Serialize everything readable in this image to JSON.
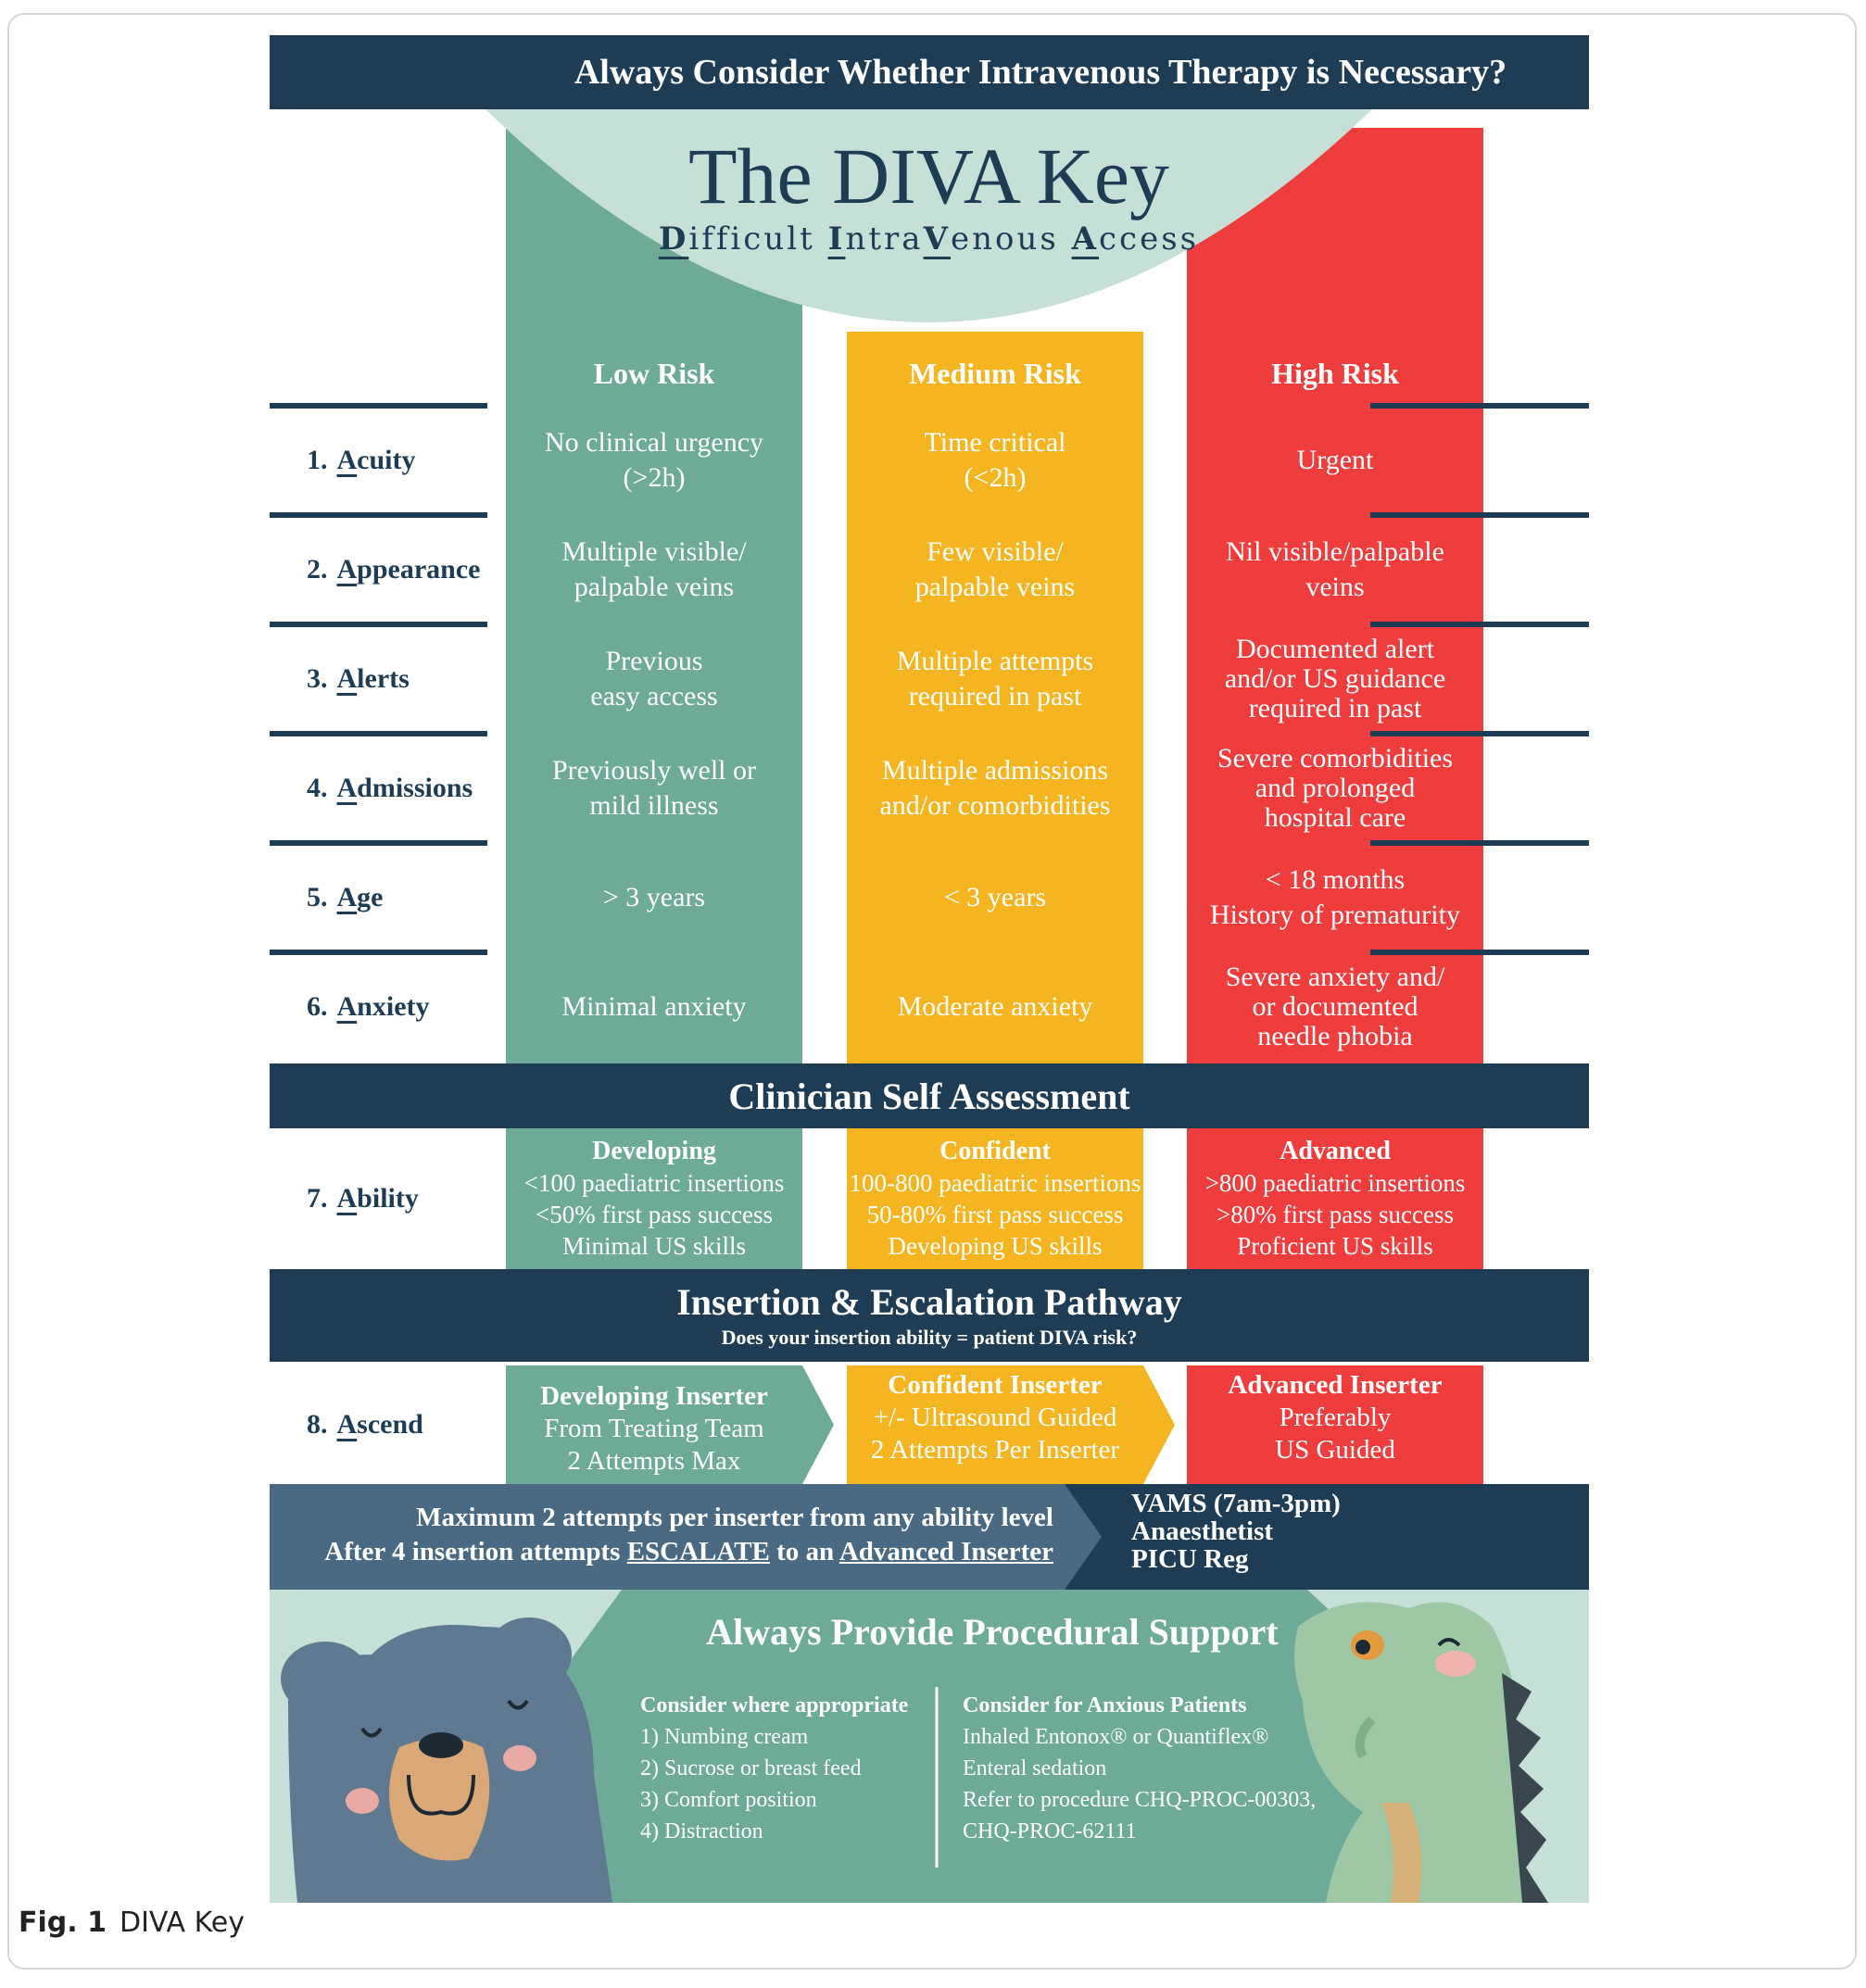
{
  "top_banner": "Always Consider Whether Intravenous Therapy is Necessary?",
  "title": "The DIVA Key",
  "subtitle_parts": [
    {
      "cap": "D",
      "rest": "ifficult "
    },
    {
      "cap": "I",
      "rest": "ntra"
    },
    {
      "cap": "V",
      "rest": "enous "
    },
    {
      "cap": "A",
      "rest": "ccess"
    }
  ],
  "risk_headers": [
    "Low Risk",
    "Medium Risk",
    "High Risk"
  ],
  "rows": [
    {
      "num": "1.",
      "key": "A",
      "rest": "cuity",
      "cells": [
        [
          "No clinical urgency",
          "(>2h)"
        ],
        [
          "Time critical",
          "(<2h)"
        ],
        [
          "Urgent"
        ]
      ]
    },
    {
      "num": "2.",
      "key": "A",
      "rest": "ppearance",
      "cells": [
        [
          "Multiple visible/",
          "palpable veins"
        ],
        [
          "Few visible/",
          "palpable veins"
        ],
        [
          "Nil visible/palpable",
          "veins"
        ]
      ]
    },
    {
      "num": "3.",
      "key": "A",
      "rest": "lerts",
      "cells": [
        [
          "Previous",
          "easy access"
        ],
        [
          "Multiple attempts",
          "required in past"
        ],
        [
          "Documented alert",
          "and/or US guidance",
          "required in past"
        ]
      ]
    },
    {
      "num": "4.",
      "key": "A",
      "rest": "dmissions",
      "cells": [
        [
          "Previously well or",
          "mild illness"
        ],
        [
          "Multiple admissions",
          "and/or comorbidities"
        ],
        [
          "Severe comorbidities",
          "and prolonged",
          "hospital care"
        ]
      ]
    },
    {
      "num": "5.",
      "key": "A",
      "rest": "ge",
      "cells": [
        [
          "> 3 years"
        ],
        [
          "< 3 years"
        ],
        [
          "< 18 months",
          "History of prematurity"
        ]
      ]
    },
    {
      "num": "6.",
      "key": "A",
      "rest": "nxiety",
      "cells": [
        [
          "Minimal anxiety"
        ],
        [
          "Moderate anxiety"
        ],
        [
          "Severe anxiety and/",
          "or documented",
          "needle phobia"
        ]
      ]
    }
  ],
  "self_assessment": {
    "title": "Clinician Self Assessment",
    "row": {
      "num": "7.",
      "key": "A",
      "rest": "bility"
    },
    "cells": [
      {
        "title": "Developing",
        "lines": [
          "<100 paediatric insertions",
          "<50% first pass success",
          "Minimal US skills"
        ]
      },
      {
        "title": "Confident",
        "lines": [
          "100-800 paediatric insertions",
          "50-80% first pass success",
          "Developing US skills"
        ]
      },
      {
        "title": "Advanced",
        "lines": [
          ">800 paediatric insertions",
          ">80% first pass success",
          "Proficient US skills"
        ]
      }
    ]
  },
  "pathway": {
    "title": "Insertion & Escalation Pathway",
    "subtitle": "Does your insertion ability = patient DIVA risk?",
    "row": {
      "num": "8.",
      "key": "A",
      "rest": "scend"
    },
    "cells": [
      {
        "title": "Developing Inserter",
        "lines": [
          "From Treating Team",
          "2 Attempts Max"
        ]
      },
      {
        "title": "Confident Inserter",
        "lines": [
          "+/- Ultrasound Guided",
          "2 Attempts Per Inserter"
        ]
      },
      {
        "title": "Advanced Inserter",
        "lines": [
          "Preferably",
          "US Guided"
        ]
      }
    ]
  },
  "escalation": {
    "line1": "Maximum 2 attempts per inserter from any ability level",
    "line2_a": "After 4 insertion attempts ",
    "line2_b": "ESCALATE",
    "line2_c": " to an ",
    "line2_d": "Advanced Inserter",
    "contacts": [
      "VAMS (7am-3pm)",
      "Anaesthetist",
      "PICU Reg"
    ]
  },
  "support": {
    "title": "Always Provide Procedural Support",
    "left": {
      "title": "Consider where appropriate",
      "items": [
        "1) Numbing cream",
        "2) Sucrose or breast feed",
        "3) Comfort position",
        "4) Distraction"
      ]
    },
    "right": {
      "title": "Consider for Anxious Patients",
      "items": [
        "Inhaled Entonox® or Quantiflex®",
        "Enteral sedation",
        "Refer to procedure CHQ-PROC-00303,",
        "CHQ-PROC-62111"
      ]
    }
  },
  "caption": {
    "label": "Fig. 1",
    "text": "DIVA Key"
  },
  "colors": {
    "navy": "#1e3d55",
    "teal": "#6dab98",
    "amber": "#f5b520",
    "red": "#ef3d3e",
    "mint": "#c6e0d8",
    "slate": "#4a6a83"
  }
}
